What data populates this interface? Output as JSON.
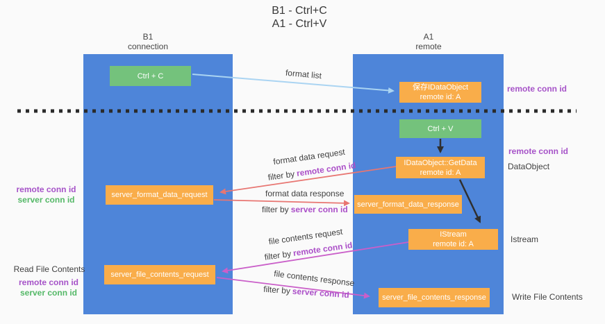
{
  "title": {
    "line1": "B1 - Ctrl+C",
    "line2": "A1 - Ctrl+V"
  },
  "columns": {
    "left": {
      "name": "B1",
      "role": "connection"
    },
    "right": {
      "name": "A1",
      "role": "remote"
    }
  },
  "nodes": {
    "ctrl_c": "Ctrl + C",
    "ctrl_v": "Ctrl + V",
    "save_dataobject": {
      "line1": "保存IDataObject",
      "line2": "remote id: A"
    },
    "getdata": {
      "line1": "IDataObject::GetData",
      "line2": "remote id: A"
    },
    "istream": {
      "line1": "IStream",
      "line2": "remote id: A"
    },
    "server_format_data_request": "server_format_data_request",
    "server_format_data_response": "server_format_data_response",
    "server_file_contents_request": "server_file_contents_request",
    "server_file_contents_response": "server_file_contents_response"
  },
  "edge_labels": {
    "format_list": "format list",
    "format_data_request": "format data request",
    "format_data_response": "format data response",
    "file_contents_request": "file contents request",
    "file_contents_response": "file contents response",
    "filter_by": "filter by",
    "remote_conn_id": "remote conn id",
    "server_conn_id": "server conn id"
  },
  "side_labels": {
    "remote_conn_id": "remote conn id",
    "server_conn_id": "server conn id",
    "dataobject": "DataObject",
    "istream": "Istream",
    "read_file_contents": "Read File Contents",
    "write_file_contents": "Write File Contents"
  },
  "colors": {
    "column_blue": "#4e85d9",
    "node_orange": "#f9ad4a",
    "node_green": "#74c27c",
    "arrow_light_blue": "#aad4f2",
    "arrow_salmon": "#e87672",
    "arrow_magenta": "#ca5fc9",
    "arrow_black": "#2f2f2f",
    "text_purple": "#a653c8",
    "text_green": "#54b867",
    "text_gray": "#3f3f3f",
    "background": "#fafafa"
  }
}
